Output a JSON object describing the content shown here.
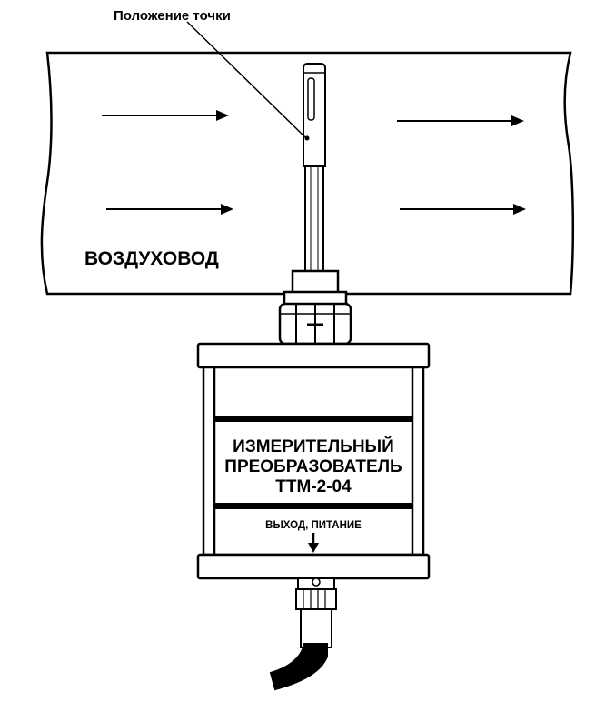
{
  "labels": {
    "point_position": "Положение точки",
    "duct": "ВОЗДУХОВОД",
    "device_line1": "ИЗМЕРИТЕЛЬНЫЙ",
    "device_line2": "ПРЕОБРАЗОВАТЕЛЬ",
    "device_line3": "ТТМ-2-04",
    "output_power": "ВЫХОД, ПИТАНИЕ"
  },
  "colors": {
    "stroke": "#000000",
    "background": "#ffffff"
  },
  "icons": {
    "flow_arrow": "arrow-right-icon",
    "output_arrow": "arrow-down-icon"
  }
}
